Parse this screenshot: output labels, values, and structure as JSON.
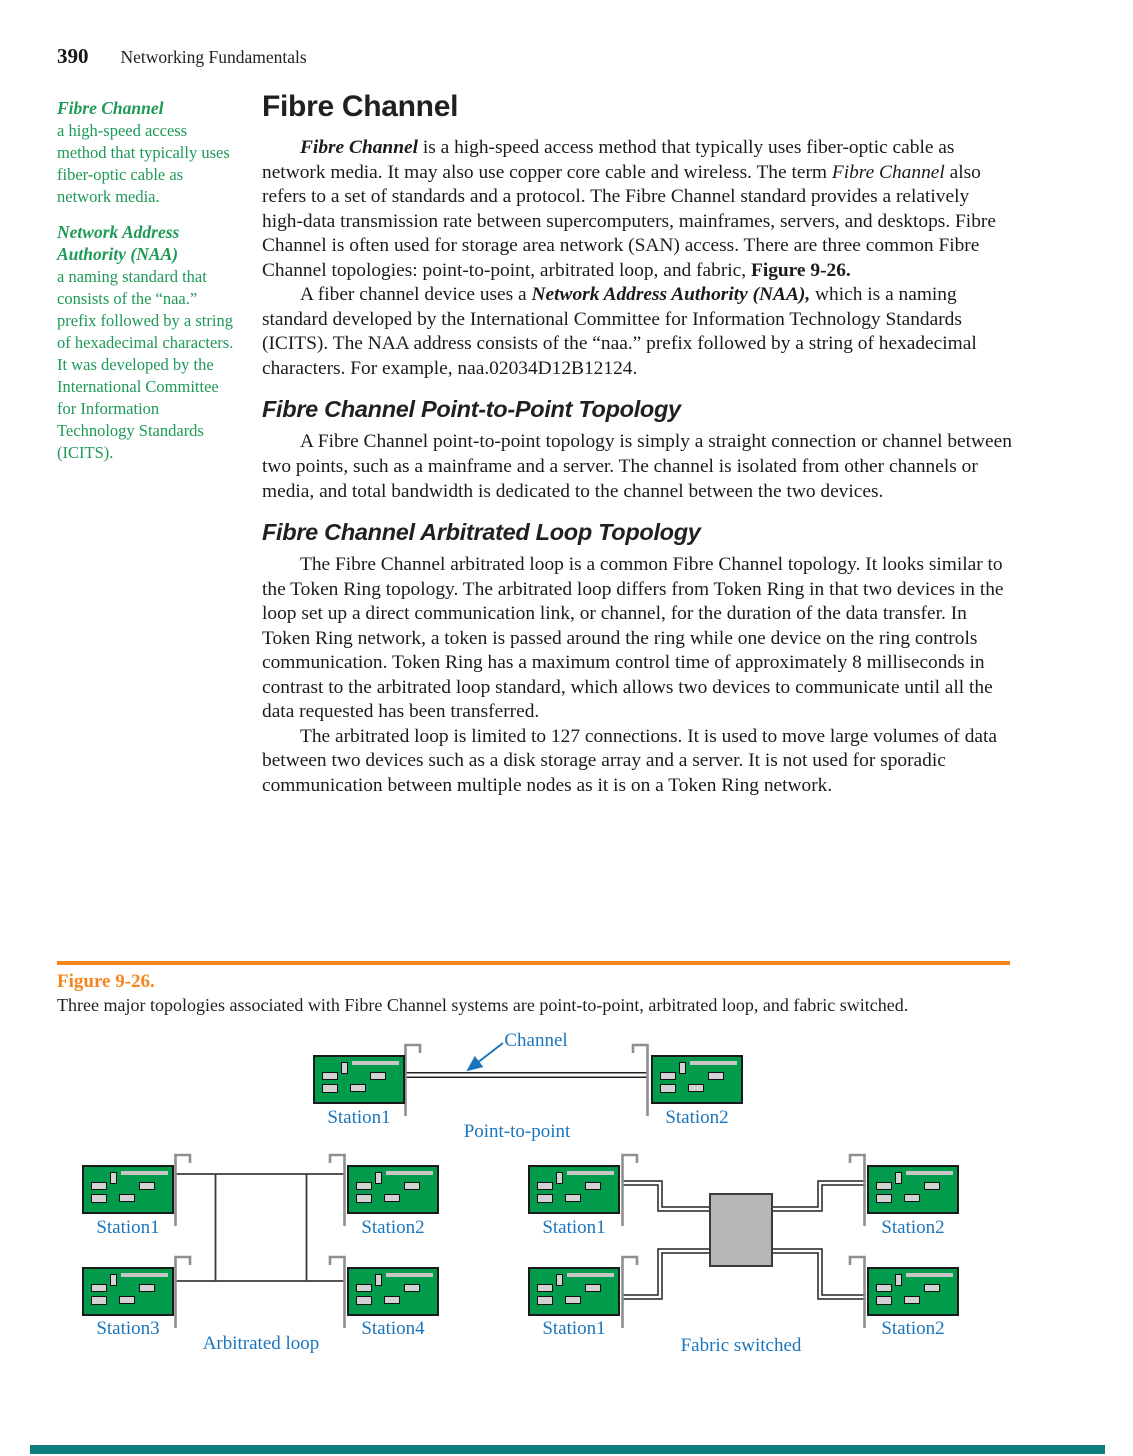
{
  "header": {
    "page_number": "390",
    "chapter_title": "Networking Fundamentals"
  },
  "sidebar": {
    "terms": [
      {
        "term": "Fibre Channel",
        "definition": "a high-speed access method that typically uses fiber-optic cable as network media."
      },
      {
        "term": "Network Address Authority (NAA)",
        "definition": "a naming standard that consists of the “naa.” prefix followed by a string of hexadecimal characters. It was developed by the International Committee for Information Technology Standards (ICITS)."
      }
    ]
  },
  "main": {
    "title": "Fibre Channel",
    "para1": [
      {
        "text": "Fibre Channel",
        "style": "bi"
      },
      {
        "text": " is a high-speed access method that typically uses fiber-optic cable as network media. It may also use copper core cable and wireless. The term ",
        "style": null
      },
      {
        "text": "Fibre Channel",
        "style": "i"
      },
      {
        "text": " also refers to a set of standards and a protocol. The Fibre Channel standard provides a relatively high-data transmission rate between supercomputers, mainframes, servers, and desktops. Fibre Channel is often used for storage area network (SAN) access. There are three common Fibre Channel topologies: point-to-point, arbitrated loop, and fabric, ",
        "style": null
      },
      {
        "text": "Figure 9-26.",
        "style": "b"
      }
    ],
    "para2": [
      {
        "text": "A fiber channel device uses a ",
        "style": null
      },
      {
        "text": "Network Address Authority (NAA),",
        "style": "bi"
      },
      {
        "text": " which is a naming standard developed by the International Committee for Information Technology Standards (ICITS). The NAA address consists of the “naa.” prefix followed by a string of hexadecimal characters. For example, naa.02034D12B12124.",
        "style": null
      }
    ],
    "sections": [
      {
        "heading": "Fibre Channel Point-to-Point Topology",
        "paragraphs": [
          "A Fibre Channel point-to-point topology is simply a straight connection or channel between two points, such as a mainframe and a server. The channel is isolated from other channels or media, and total bandwidth is dedicated to the channel between the two devices."
        ]
      },
      {
        "heading": "Fibre Channel Arbitrated Loop Topology",
        "paragraphs": [
          "The Fibre Channel arbitrated loop is a common Fibre Channel topology. It looks similar to the Token Ring topology. The arbitrated loop differs from Token Ring in that two devices in the loop set up a direct communication link, or channel, for the duration of the data transfer. In Token Ring network, a token is passed around the ring while one device on the ring controls communication. Token Ring has a maximum control time of approximately 8 milliseconds in contrast to the arbitrated loop standard, which allows two devices to communicate until all the data requested has been transferred.",
          "The arbitrated loop is limited to 127 connections. It is used to move large volumes of data between two devices such as a disk storage array and a server. It is not used for sporadic communication between multiple nodes as it is on a Token Ring network."
        ]
      }
    ]
  },
  "figure": {
    "label": "Figure 9-26.",
    "caption": "Three major topologies associated with Fibre Channel systems are point-to-point, arbitrated loop, and fabric switched."
  },
  "diagram": {
    "channel_label": "Channel",
    "point_to_point": {
      "label": "Point-to-point",
      "stations": [
        "Station1",
        "Station2"
      ]
    },
    "arbitrated_loop": {
      "label": "Arbitrated loop",
      "stations": [
        "Station1",
        "Station2",
        "Station3",
        "Station4"
      ]
    },
    "fabric_switched": {
      "label": "Fabric switched",
      "stations": [
        "Station1",
        "Station2",
        "Station1",
        "Station2"
      ]
    }
  },
  "colors": {
    "accent_orange": "#f5861f",
    "definition_green": "#1e9a57",
    "diagram_label_blue": "#1b75bc",
    "card_green": "#019b4b",
    "switch_gray": "#b7b7b7",
    "footer_teal": "#0e7d7d"
  }
}
